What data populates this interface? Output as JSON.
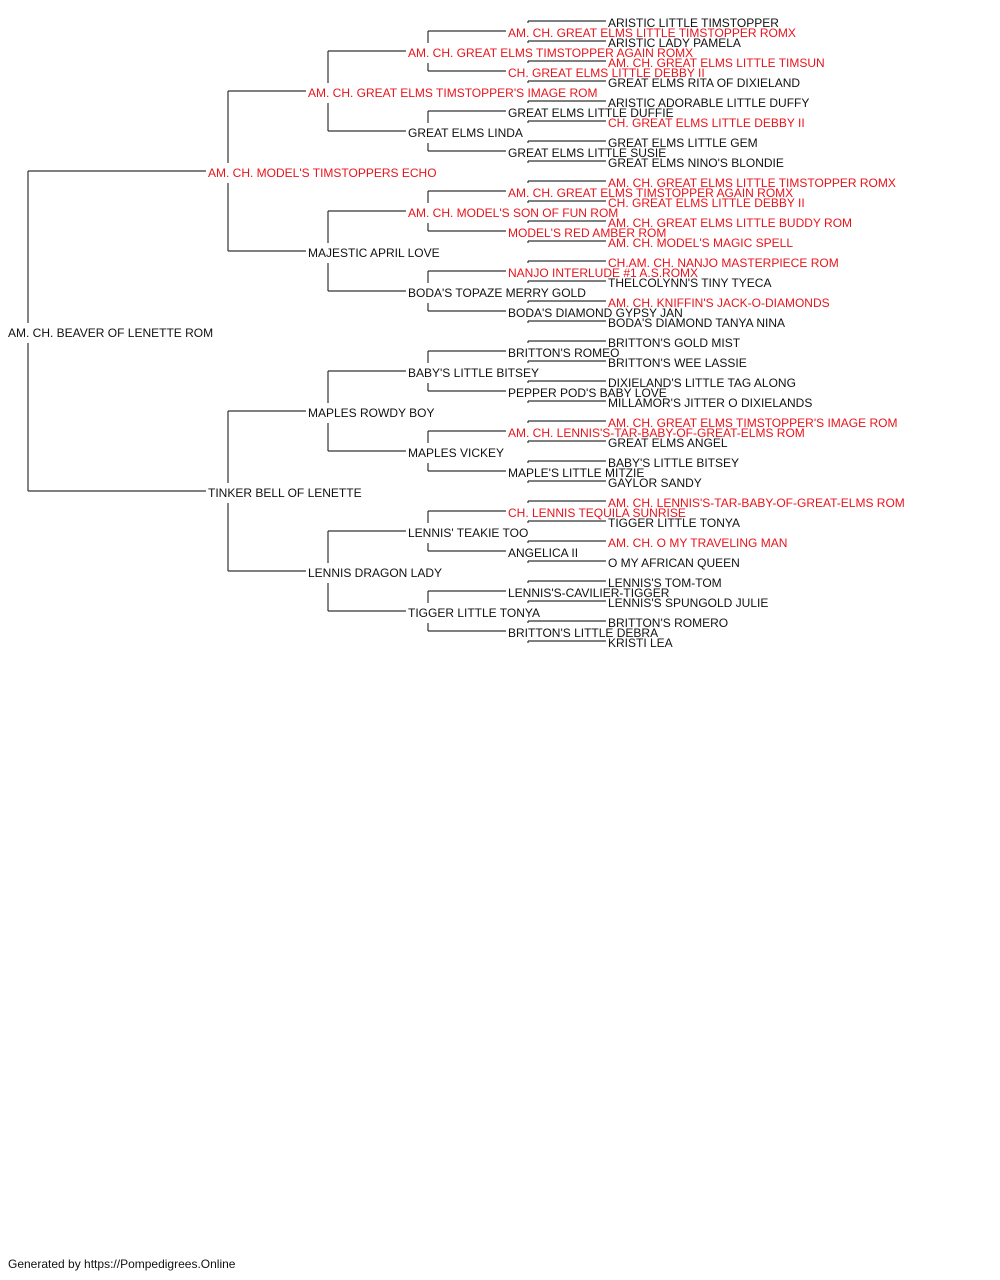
{
  "colors": {
    "champion": "#e8141c",
    "normal": "#111111",
    "line": "#333333"
  },
  "pedigree": [
    {
      "name": "AM. CH. BEAVER OF LENETTE ROM",
      "champion": false
    },
    {
      "name": "AM. CH. MODEL'S TIMSTOPPERS ECHO",
      "champion": true
    },
    {
      "name": "TINKER BELL OF LENETTE",
      "champion": false
    },
    {
      "name": "AM. CH. GREAT ELMS TIMSTOPPER'S IMAGE ROM",
      "champion": true
    },
    {
      "name": "MAJESTIC APRIL LOVE",
      "champion": false
    },
    {
      "name": "MAPLES ROWDY BOY",
      "champion": false
    },
    {
      "name": "LENNIS DRAGON LADY",
      "champion": false
    },
    {
      "name": "AM. CH. GREAT ELMS TIMSTOPPER AGAIN ROMX",
      "champion": true
    },
    {
      "name": "GREAT ELMS LINDA",
      "champion": false
    },
    {
      "name": "AM. CH. MODEL'S SON OF FUN ROM",
      "champion": true
    },
    {
      "name": "BODA'S TOPAZE MERRY GOLD",
      "champion": false
    },
    {
      "name": "BABY'S LITTLE BITSEY",
      "champion": false
    },
    {
      "name": "MAPLES VICKEY",
      "champion": false
    },
    {
      "name": "LENNIS' TEAKIE TOO",
      "champion": false
    },
    {
      "name": "TIGGER LITTLE TONYA",
      "champion": false
    },
    {
      "name": "AM. CH. GREAT ELMS LITTLE TIMSTOPPER ROMX",
      "champion": true
    },
    {
      "name": "CH. GREAT ELMS LITTLE DEBBY II",
      "champion": true
    },
    {
      "name": "GREAT ELMS LITTLE DUFFIE",
      "champion": false
    },
    {
      "name": "GREAT ELMS LITTLE SUSIE",
      "champion": false
    },
    {
      "name": "AM. CH. GREAT ELMS TIMSTOPPER AGAIN ROMX",
      "champion": true
    },
    {
      "name": "MODEL'S RED AMBER ROM",
      "champion": true
    },
    {
      "name": "NANJO INTERLUDE #1 A.S.ROMX",
      "champion": true
    },
    {
      "name": "BODA'S DIAMOND GYPSY JAN",
      "champion": false
    },
    {
      "name": "BRITTON'S ROMEO",
      "champion": false
    },
    {
      "name": "PEPPER POD'S BABY LOVE",
      "champion": false
    },
    {
      "name": "AM. CH. LENNIS'S-TAR-BABY-OF-GREAT-ELMS ROM",
      "champion": true
    },
    {
      "name": "MAPLE'S LITTLE MITZIE",
      "champion": false
    },
    {
      "name": "CH. LENNIS TEQUILA SUNRISE",
      "champion": true
    },
    {
      "name": "ANGELICA II",
      "champion": false
    },
    {
      "name": "LENNIS'S-CAVILIER-TIGGER",
      "champion": false
    },
    {
      "name": "BRITTON'S LITTLE DEBRA",
      "champion": false
    },
    {
      "name": "ARISTIC LITTLE TIMSTOPPER",
      "champion": false
    },
    {
      "name": "ARISTIC LADY PAMELA",
      "champion": false
    },
    {
      "name": "AM. CH. GREAT ELMS LITTLE TIMSUN",
      "champion": true
    },
    {
      "name": "GREAT ELMS RITA OF DIXIELAND",
      "champion": false
    },
    {
      "name": "ARISTIC ADORABLE LITTLE DUFFY",
      "champion": false
    },
    {
      "name": "CH. GREAT ELMS LITTLE DEBBY II",
      "champion": true
    },
    {
      "name": "GREAT ELMS LITTLE GEM",
      "champion": false
    },
    {
      "name": "GREAT ELMS NINO'S BLONDIE",
      "champion": false
    },
    {
      "name": "AM. CH. GREAT ELMS LITTLE TIMSTOPPER ROMX",
      "champion": true
    },
    {
      "name": "CH. GREAT ELMS LITTLE DEBBY II",
      "champion": true
    },
    {
      "name": "AM. CH. GREAT ELMS LITTLE BUDDY ROM",
      "champion": true
    },
    {
      "name": "AM. CH. MODEL'S MAGIC SPELL",
      "champion": true
    },
    {
      "name": "CH.AM. CH. NANJO MASTERPIECE ROM",
      "champion": true
    },
    {
      "name": "THELCOLYNN'S TINY TYECA",
      "champion": false
    },
    {
      "name": "AM. CH. KNIFFIN'S JACK-O-DIAMONDS",
      "champion": true
    },
    {
      "name": "BODA'S DIAMOND TANYA NINA",
      "champion": false
    },
    {
      "name": "BRITTON'S GOLD MIST",
      "champion": false
    },
    {
      "name": "BRITTON'S WEE LASSIE",
      "champion": false
    },
    {
      "name": "DIXIELAND'S LITTLE TAG ALONG",
      "champion": false
    },
    {
      "name": "MILLAMOR'S JITTER O DIXIELANDS",
      "champion": false
    },
    {
      "name": "AM. CH. GREAT ELMS TIMSTOPPER'S IMAGE ROM",
      "champion": true
    },
    {
      "name": "GREAT ELMS ANGEL",
      "champion": false
    },
    {
      "name": "BABY'S LITTLE BITSEY",
      "champion": false
    },
    {
      "name": "GAYLOR SANDY",
      "champion": false
    },
    {
      "name": "AM. CH. LENNIS'S-TAR-BABY-OF-GREAT-ELMS ROM",
      "champion": true
    },
    {
      "name": "TIGGER LITTLE TONYA",
      "champion": false
    },
    {
      "name": "AM. CH. O MY TRAVELING MAN",
      "champion": true
    },
    {
      "name": "O MY AFRICAN QUEEN",
      "champion": false
    },
    {
      "name": "LENNIS'S TOM-TOM",
      "champion": false
    },
    {
      "name": "LENNIS'S SPUNGOLD JULIE",
      "champion": false
    },
    {
      "name": "BRITTON'S ROMERO",
      "champion": false
    },
    {
      "name": "KRISTI LEA",
      "champion": false
    }
  ],
  "footer": "Generated by https://Pompedigrees.Online"
}
